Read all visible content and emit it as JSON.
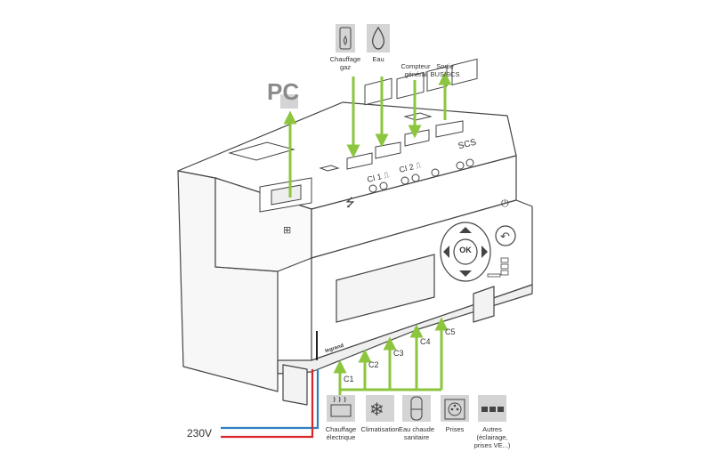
{
  "pc_label": "PC",
  "voltage_label": "230V",
  "top_inputs": [
    {
      "label": "Chauffage\ngaz",
      "icon": "gas-heating-icon"
    },
    {
      "label": "Eau",
      "icon": "water-drop-icon"
    },
    {
      "label": "Compteur\ngénéral",
      "icon": ""
    },
    {
      "label": "Sortie\nBUS/SCS",
      "icon": ""
    }
  ],
  "module_labels": {
    "ci1": "CI 1 ⎍",
    "ci2": "CI 2 ⎍",
    "scs": "SCS",
    "ok": "OK",
    "brand": "legrand"
  },
  "circuits": [
    "C1",
    "C2",
    "C3",
    "C4",
    "C5"
  ],
  "bottom_loads": [
    {
      "label": "Chauffage\nélectrique",
      "icon": "electric-heater-icon"
    },
    {
      "label": "Climatisation",
      "icon": "snowflake-icon"
    },
    {
      "label": "Eau chaude\nsanitaire",
      "icon": "water-heater-icon"
    },
    {
      "label": "Prises",
      "icon": "power-outlet-icon"
    },
    {
      "label": "Autres\n(éclairage,\nprises VE...)",
      "icon": "other-loads-icon"
    }
  ],
  "colors": {
    "arrow": "#8cc63f",
    "icon_bg": "#d4d4d4",
    "live_wire": "#d9262b",
    "neutral_wire": "#2f7fc1",
    "outline": "#333333"
  }
}
